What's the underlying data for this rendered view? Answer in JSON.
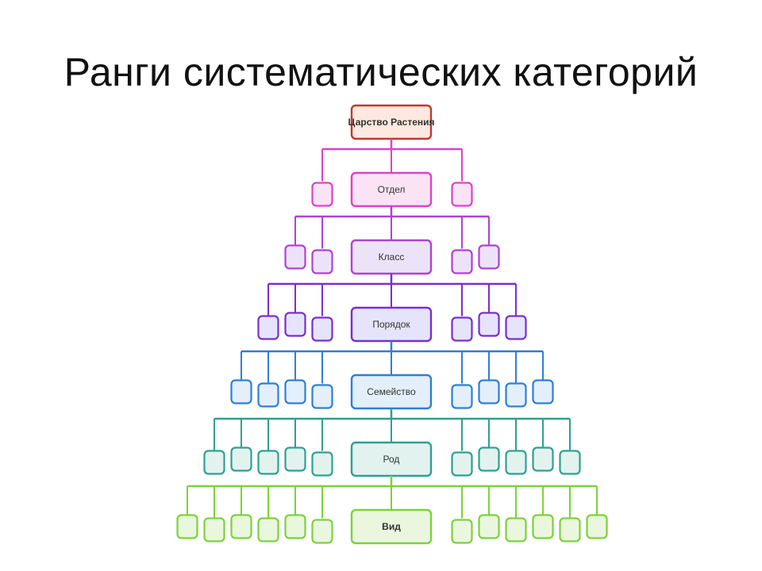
{
  "slide": {
    "title": "Ранги систематических категорий"
  },
  "levels": [
    {
      "label": "Царство Растения",
      "color": "#c0392b",
      "fill": "#fde9df",
      "side_boxes": 0,
      "bold": true
    },
    {
      "label": "Отдел",
      "color": "#e040c8",
      "fill": "#fbe3f6",
      "side_boxes": 1,
      "bold": false
    },
    {
      "label": "Класс",
      "color": "#b040d8",
      "fill": "#ece3f8",
      "side_boxes": 2,
      "bold": false
    },
    {
      "label": "Порядок",
      "color": "#7a2ed0",
      "fill": "#e6e4fb",
      "side_boxes": 3,
      "bold": false
    },
    {
      "label": "Семейство",
      "color": "#2d7fd8",
      "fill": "#e3effb",
      "side_boxes": 4,
      "bold": false
    },
    {
      "label": "Род",
      "color": "#2ea090",
      "fill": "#e2f3ef",
      "side_boxes": 5,
      "bold": false
    },
    {
      "label": "Вид",
      "color": "#7cd23a",
      "fill": "#eaf7de",
      "side_boxes": 6,
      "bold": true
    }
  ]
}
